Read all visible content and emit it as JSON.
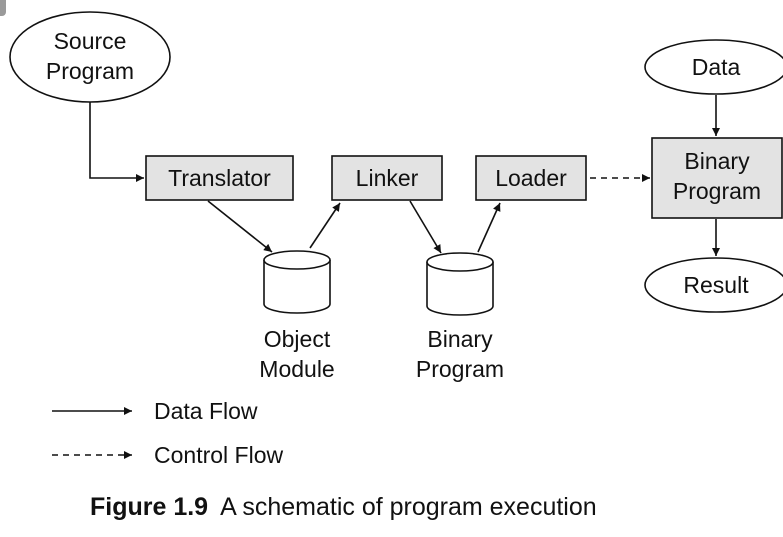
{
  "nodes": {
    "source_program": [
      "Source",
      "Program"
    ],
    "translator": "Translator",
    "linker": "Linker",
    "loader": "Loader",
    "object_module": [
      "Object",
      "Module"
    ],
    "binary_program_disk": [
      "Binary",
      "Program"
    ],
    "data": "Data",
    "binary_program": [
      "Binary",
      "Program"
    ],
    "result": "Result"
  },
  "legend": {
    "data_flow": "Data Flow",
    "control_flow": "Control Flow"
  },
  "caption": {
    "label": "Figure 1.9",
    "text": "A schematic of program execution"
  }
}
